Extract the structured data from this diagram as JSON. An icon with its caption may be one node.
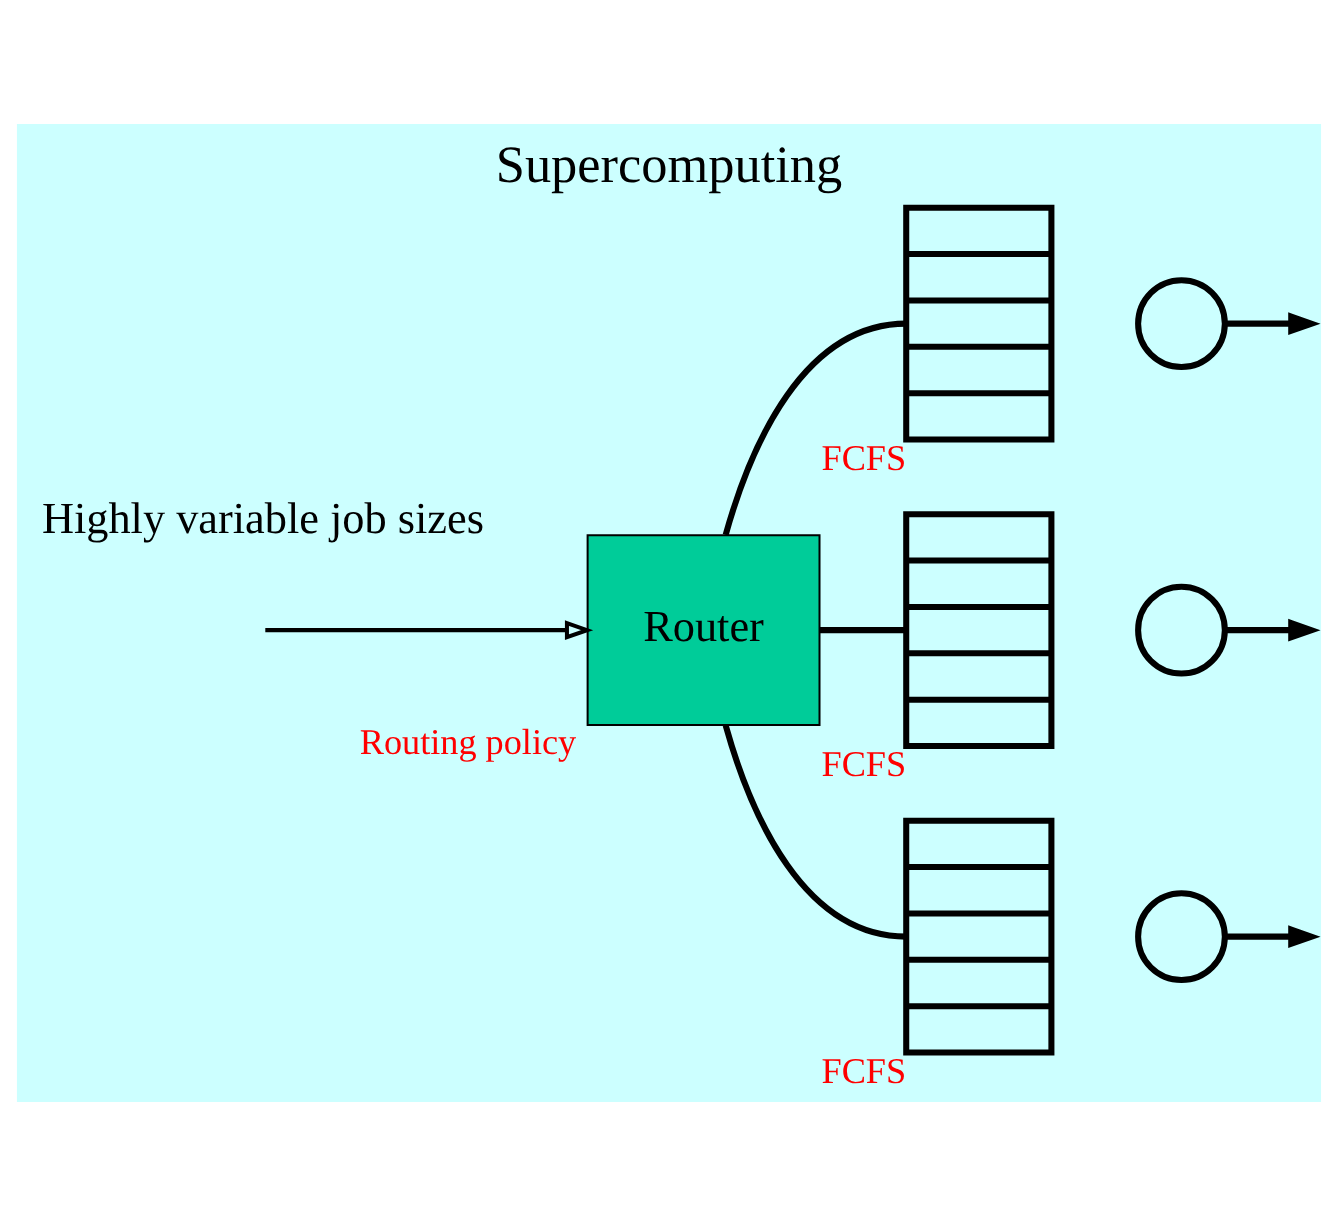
{
  "diagram": {
    "title": "Supercomputing",
    "nodes": [
      {
        "text": [
          "Router"
        ],
        "beside": [
          "Routing policy"
        ]
      },
      {
        "text": [],
        "shape": "queue",
        "beside": [
          "FCFS"
        ]
      },
      {
        "text": [],
        "shape": "queue",
        "beside": [
          "FCFS"
        ]
      },
      {
        "text": [],
        "shape": "queue",
        "beside": [
          "FCFS"
        ]
      },
      {
        "text": [],
        "shape": "circle"
      },
      {
        "text": [],
        "shape": "circle"
      },
      {
        "text": [],
        "shape": "circle"
      }
    ],
    "edges": [
      {
        "from": null,
        "to": 0,
        "arrow": "to"
      },
      {
        "from": 0,
        "to": 1,
        "arrow": "none"
      },
      {
        "from": 0,
        "to": 2,
        "arrow": "none"
      },
      {
        "from": 0,
        "to": 3,
        "arrow": "none"
      },
      {
        "from": 4,
        "to": null,
        "arrow": "to"
      },
      {
        "from": 5,
        "to": null,
        "arrow": "to"
      },
      {
        "from": 6,
        "to": null,
        "arrow": "to"
      }
    ],
    "labels": [
      "Highly variable job sizes"
    ]
  }
}
